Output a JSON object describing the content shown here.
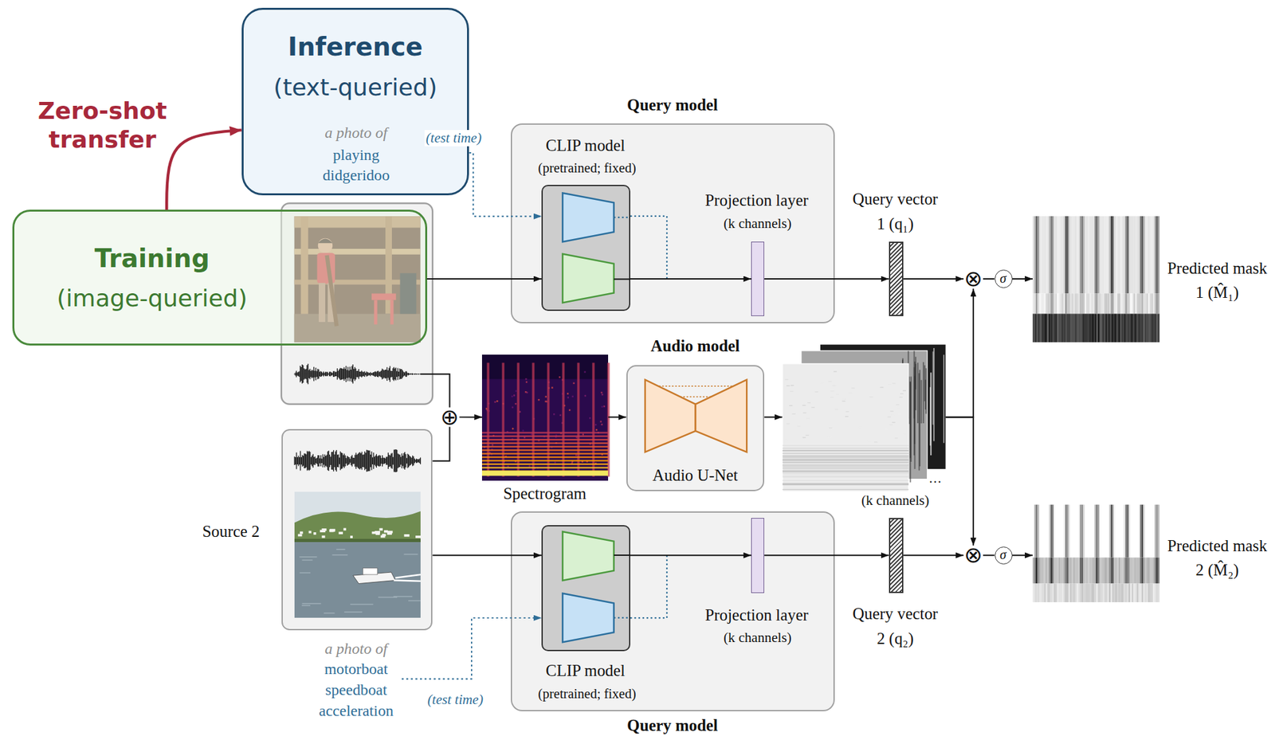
{
  "diagram": {
    "nodes": [
      {
        "text": [
          "Inference",
          "(text-queried)",
          "a photo of",
          "playing didgeridoo"
        ]
      },
      {
        "text": [
          "Query model"
        ]
      },
      {
        "text": [
          "CLIP model",
          "(pretrained; fixed)"
        ],
        "in": 1
      },
      {
        "text": [
          "Projection layer",
          "(k channels)"
        ],
        "in": 1
      },
      {
        "text": [
          "Query vector 1 (q₁)"
        ]
      },
      {
        "text": [
          "Training",
          "(image-queried)"
        ]
      },
      {
        "text": [
          "⊗"
        ]
      },
      {
        "text": [
          "σ"
        ]
      },
      {
        "text": [
          "Predicted mask 1 (M̂₁)"
        ]
      },
      {
        "text": [
          "Audio model",
          "Audio U-Net"
        ]
      },
      {
        "text": [
          "⊕"
        ]
      },
      {
        "text": [
          "Spectrogram"
        ]
      },
      {
        "text": [
          "(k channels)"
        ]
      },
      {
        "text": [
          "Source 2",
          "a photo of",
          "motorboat speedboat acceleration"
        ]
      },
      {
        "text": [
          "⊗"
        ]
      },
      {
        "text": [
          "σ"
        ]
      },
      {
        "text": [
          "Predicted mask 2 (M̂₂)"
        ]
      },
      {
        "text": [
          "Query model"
        ]
      },
      {
        "text": [
          "CLIP model",
          "(pretrained; fixed)"
        ],
        "in": 17
      },
      {
        "text": [
          "Projection layer",
          "(k channels)"
        ],
        "in": 17
      },
      {
        "text": [
          "Query vector 2 (q₂)"
        ]
      }
    ],
    "edges": [
      {
        "from": 5,
        "to": 0,
        "arrow": "to",
        "label": "Zero-shot transfer"
      },
      {
        "from": 0,
        "to": 2,
        "arrow": "to",
        "label": "(test time)"
      },
      {
        "from": 5,
        "to": 2,
        "arrow": "to"
      },
      {
        "from": 2,
        "to": 3,
        "arrow": "to"
      },
      {
        "from": 3,
        "to": 4,
        "arrow": "to"
      },
      {
        "from": 4,
        "to": 6,
        "arrow": "to"
      },
      {
        "from": 6,
        "to": 7,
        "arrow": "none"
      },
      {
        "from": 7,
        "to": 8,
        "arrow": "to"
      },
      {
        "from": 10,
        "to": 11,
        "arrow": "to"
      },
      {
        "from": 11,
        "to": 9,
        "arrow": "to"
      },
      {
        "from": 9,
        "to": 12,
        "arrow": "to"
      },
      {
        "from": 12,
        "to": 6,
        "arrow": "to"
      },
      {
        "from": 12,
        "to": 14,
        "arrow": "to"
      },
      {
        "from": 13,
        "to": 10,
        "arrow": "none"
      },
      {
        "from": 13,
        "to": 18,
        "arrow": "to"
      },
      {
        "from": 13,
        "to": 18,
        "arrow": "to",
        "label": "(test time)"
      },
      {
        "from": 18,
        "to": 19,
        "arrow": "to"
      },
      {
        "from": 19,
        "to": 20,
        "arrow": "to"
      },
      {
        "from": 20,
        "to": 14,
        "arrow": "to"
      },
      {
        "from": 14,
        "to": 15,
        "arrow": "none"
      },
      {
        "from": 15,
        "to": 16,
        "arrow": "to"
      }
    ],
    "labels": [
      "…"
    ]
  }
}
